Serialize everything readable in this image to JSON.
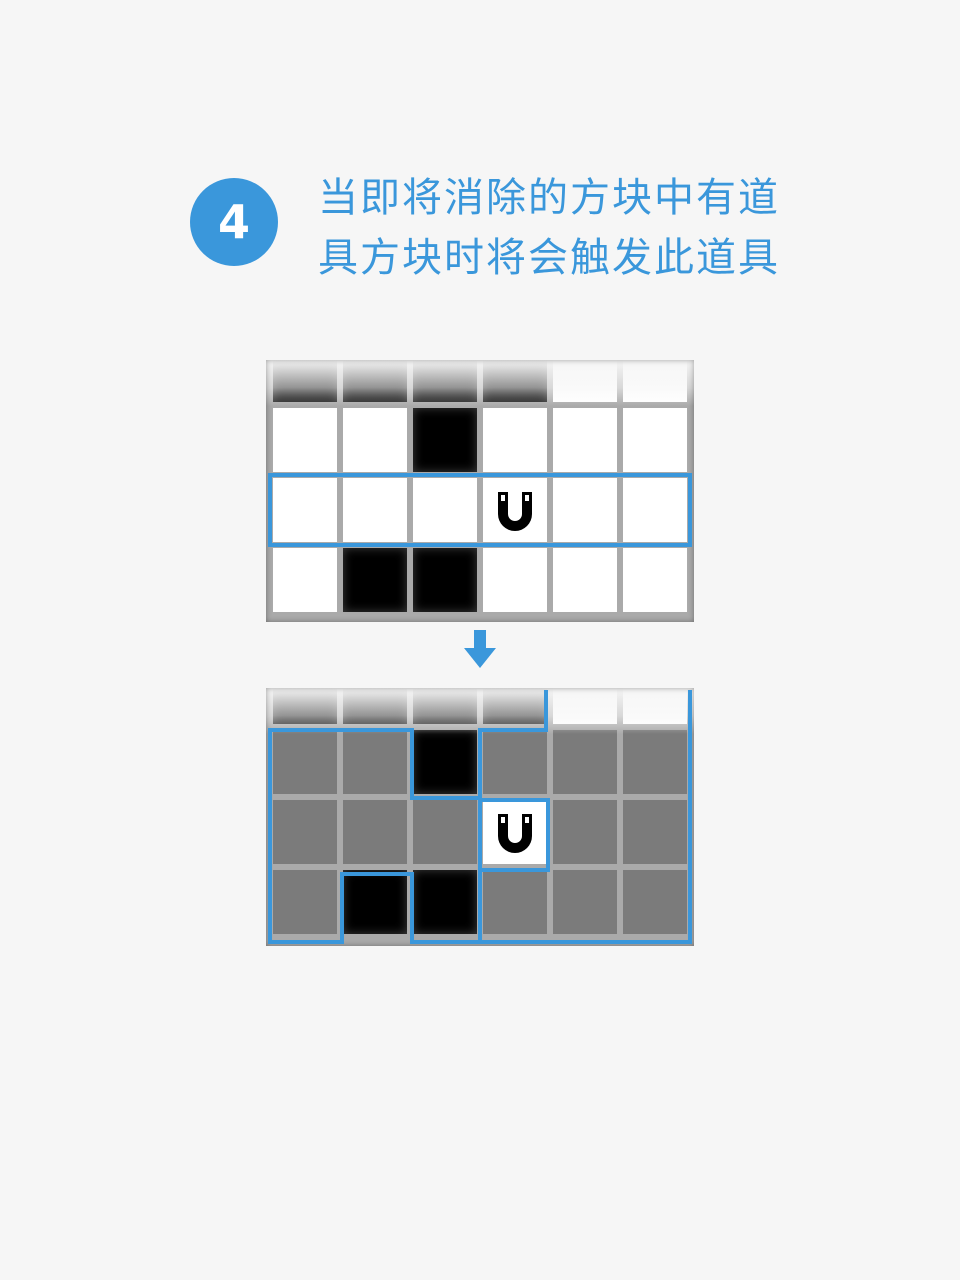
{
  "step": {
    "number": "4"
  },
  "caption": {
    "line1": "当即将消除的方块中有道",
    "line2": "具方块时将会触发此道具"
  },
  "board_before": {
    "rows": [
      [
        "black",
        "black",
        "black",
        "black",
        "white",
        "white"
      ],
      [
        "white",
        "white",
        "black",
        "white",
        "white",
        "white"
      ],
      [
        "white",
        "white",
        "white",
        "magnet",
        "white",
        "white"
      ],
      [
        "white",
        "black",
        "black",
        "white",
        "white",
        "white"
      ]
    ],
    "highlighted_row": 2,
    "prop_icon": "magnet-icon"
  },
  "arrow_icon": "arrow-down-icon",
  "board_after": {
    "rows": [
      [
        "black",
        "black",
        "black",
        "black",
        "white",
        "white"
      ],
      [
        "gray",
        "gray",
        "black",
        "gray",
        "gray",
        "gray"
      ],
      [
        "gray",
        "gray",
        "gray",
        "magnet",
        "gray",
        "gray"
      ],
      [
        "gray",
        "black",
        "black",
        "gray",
        "gray",
        "gray"
      ]
    ],
    "prop_icon": "magnet-icon"
  },
  "colors": {
    "accent": "#3a97db",
    "background": "#f6f6f6",
    "cleared_area": "#7b7b7b"
  }
}
